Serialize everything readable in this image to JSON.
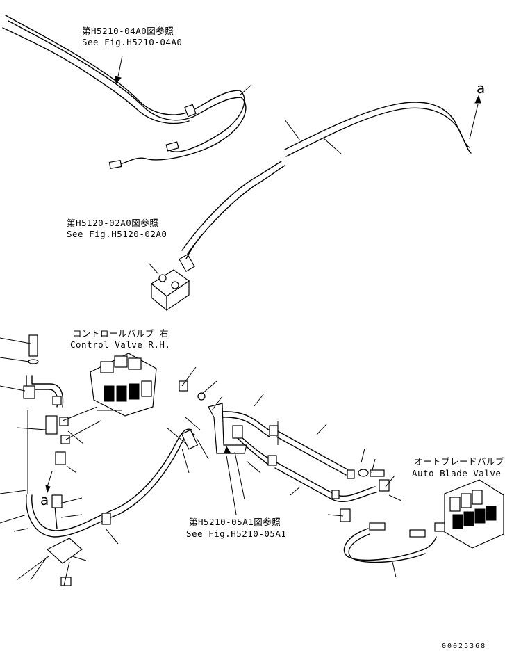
{
  "references": {
    "ref_top": {
      "jp": "第H5210-04A0図参照",
      "en": "See Fig.H5210-04A0"
    },
    "ref_mid": {
      "jp": "第H5120-02A0図参照",
      "en": "See Fig.H5120-02A0"
    },
    "ref_bottom": {
      "jp": "第H5210-05A1図参照",
      "en": "See Fig.H5210-05A1"
    }
  },
  "components": {
    "control_valve": {
      "jp": "コントロールバルブ 右",
      "en": "Control Valve R.H."
    },
    "auto_blade_valve": {
      "jp": "オートブレードバルブ",
      "en": "Auto Blade Valve"
    }
  },
  "markers": {
    "a_top": "a",
    "a_bottom": "a"
  },
  "document_number": "00025368"
}
